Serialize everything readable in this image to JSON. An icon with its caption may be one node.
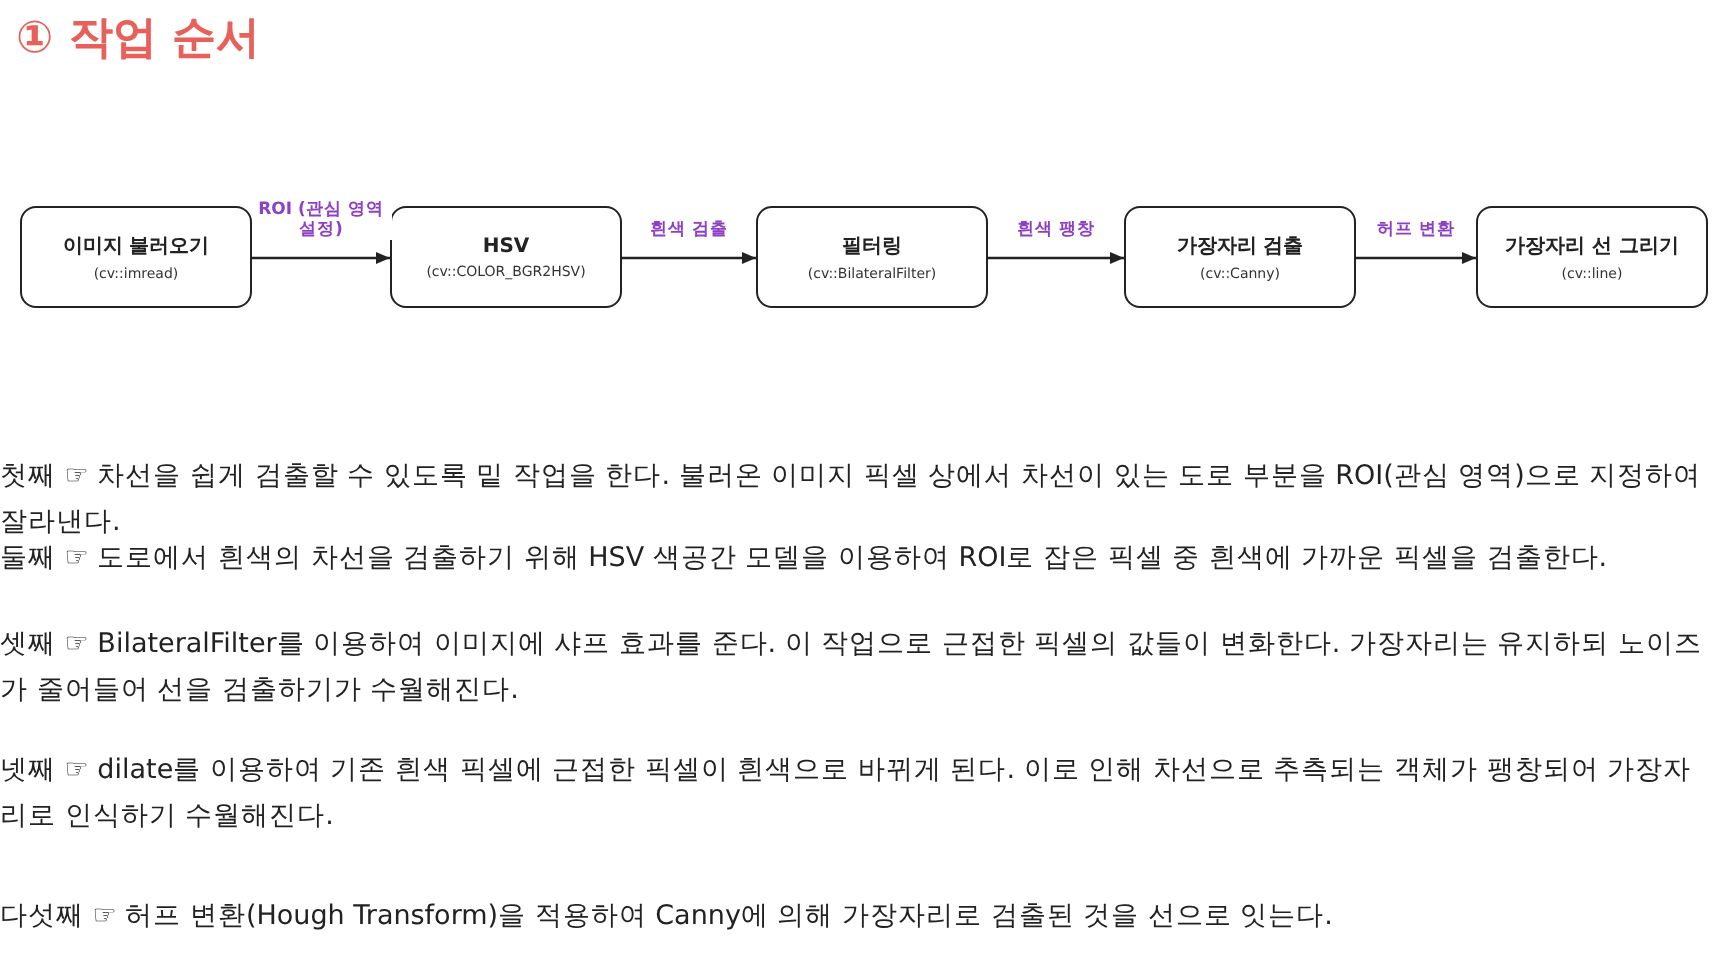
{
  "diagram": {
    "title": "① 작업 순서",
    "nodes": [
      {
        "text": [
          "이미지 불러오기",
          "(cv::imread)"
        ]
      },
      {
        "text": [
          "HSV",
          "(cv::COLOR_BGR2HSV)"
        ]
      },
      {
        "text": [
          "필터링",
          "(cv::BilateralFilter)"
        ]
      },
      {
        "text": [
          "가장자리 검출",
          "(cv::Canny)"
        ]
      },
      {
        "text": [
          "가장자리 선 그리기",
          "(cv::line)"
        ]
      }
    ],
    "edges": [
      {
        "from": 0,
        "to": 1,
        "arrow": "to",
        "label": "ROI (관심 영역 설정)"
      },
      {
        "from": 1,
        "to": 2,
        "arrow": "to",
        "label": "흰색 검출"
      },
      {
        "from": 2,
        "to": 3,
        "arrow": "to",
        "label": "흰색 팽창"
      },
      {
        "from": 3,
        "to": 4,
        "arrow": "to",
        "label": "허프 변환"
      }
    ],
    "labels": [
      "첫째 ☞ 차선을 쉽게 검출할 수 있도록 밑 작업을 한다. 불러온 이미지 픽셀 상에서 차선이 있는 도로 부분을 ROI(관심 영역)으로 지정하여 잘라낸다.",
      "둘째 ☞ 도로에서 흰색의 차선을 검출하기 위해 HSV 색공간 모델을 이용하여 ROI로 잡은 픽셀 중 흰색에 가까운 픽셀을 검출한다.",
      "셋째 ☞ BilateralFilter를 이용하여 이미지에 샤프 효과를 준다. 이 작업으로 근접한 픽셀의 값들이 변화한다. 가장자리는 유지하되 노이즈가 줄어들어 선을 검출하기가 수월해진다.",
      "넷째 ☞ dilate를 이용하여 기존 흰색 픽셀에 근접한 픽셀이 흰색으로 바뀌게 된다. 이로 인해 차선으로 추측되는 객체가 팽창되어 가장자리로 인식하기 수월해진다.",
      "다섯째 ☞ 허프 변환(Hough Transform)을 적용하여 Canny에 의해 가장자리로 검출된 것을 선으로 잇는다."
    ]
  }
}
